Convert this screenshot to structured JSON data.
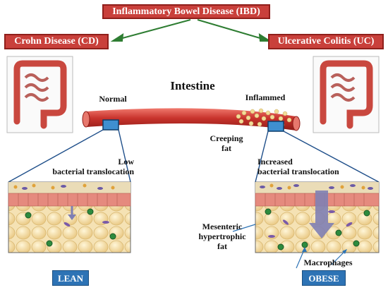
{
  "title": "Inflammatory Bowel Disease (IBD)",
  "left_disease": "Crohn Disease (CD)",
  "right_disease": "Ulcerative Colitis (UC)",
  "intestine_label": "Intestine",
  "normal_label": "Normal",
  "inflamed_label": "Inflammed",
  "creeping_fat_label": "Creeping\nfat",
  "left_panel_caption": "Low\nbacterial translocation",
  "right_panel_caption": "Increased\nbacterial translocation",
  "mesenteric_label": "Mesenteric\nhypertrophic\nfat",
  "macrophages_label": "Macrophages",
  "lean_tag": "LEAN",
  "obese_tag": "OBESE",
  "colors": {
    "disease_box": "#c9403b",
    "arrow": "#2e7d32",
    "tag": "#2d73b5",
    "intestine": "#c8332c",
    "adipocyte": "#f1d9a0",
    "epithelium": "#e58a7e"
  }
}
